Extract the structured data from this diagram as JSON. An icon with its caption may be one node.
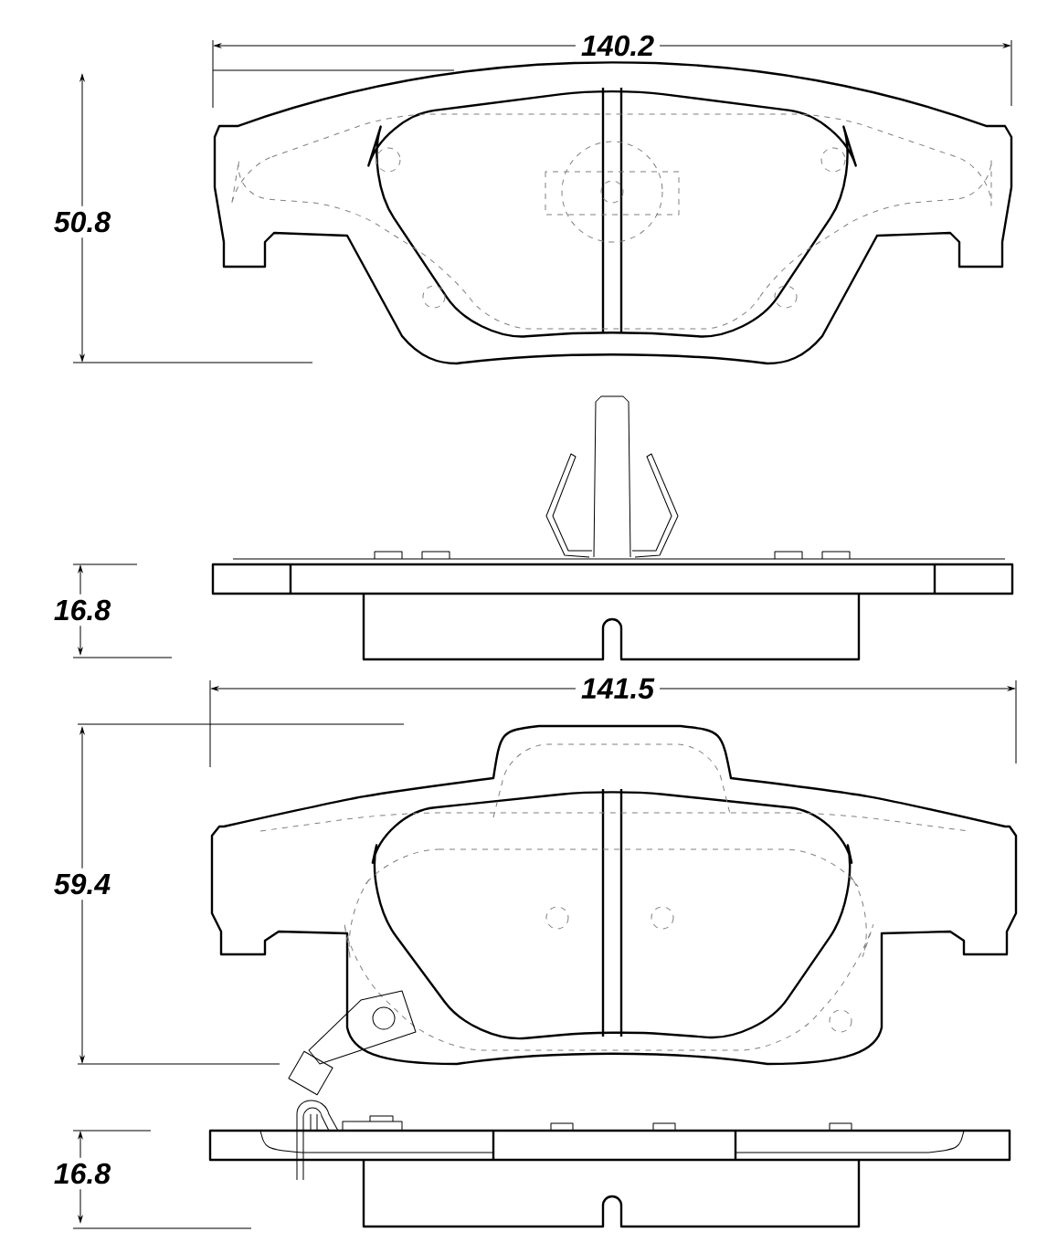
{
  "diagram": {
    "labels": [
      "140.2",
      "50.8",
      "16.8",
      "141.5",
      "59.4",
      "16.8"
    ]
  }
}
